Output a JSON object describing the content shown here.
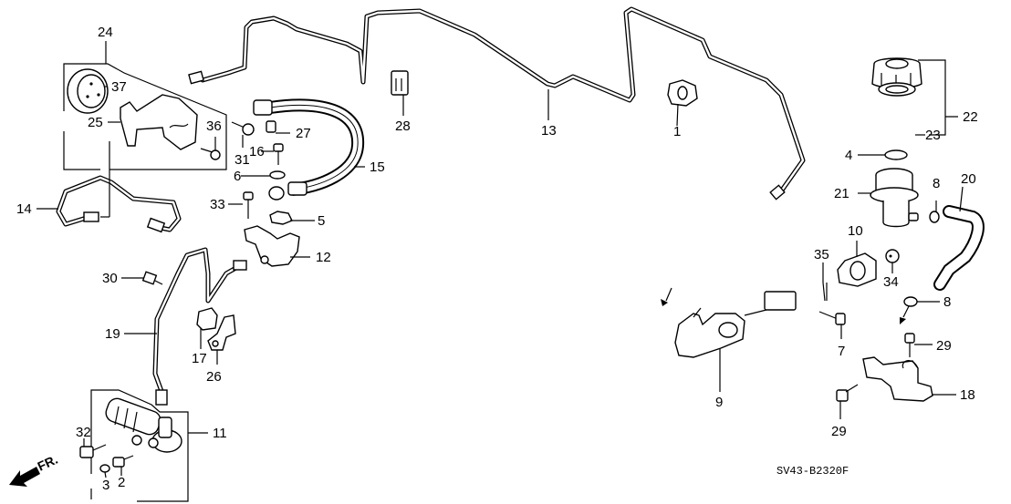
{
  "diagram": {
    "title": "Clutch Master Cylinder / Slave Cylinder / Clutch Pipes (exploded parts view)",
    "drawing_code": "SV43-B2320F",
    "direction_indicator": "FR.",
    "callouts": [
      {
        "id": "1",
        "part": "pipe-clip"
      },
      {
        "id": "2",
        "part": "bleeder-screw"
      },
      {
        "id": "3",
        "part": "bleeder-cap"
      },
      {
        "id": "4",
        "part": "reservoir-float-plate"
      },
      {
        "id": "5",
        "part": "hose-clip"
      },
      {
        "id": "6",
        "part": "washer"
      },
      {
        "id": "7",
        "part": "clevis-pin"
      },
      {
        "id": "8",
        "part": "hose-clamp"
      },
      {
        "id": "8b",
        "label": "8",
        "part": "hose-clamp"
      },
      {
        "id": "9",
        "part": "clutch-master-cylinder"
      },
      {
        "id": "10",
        "part": "master-cylinder-gasket"
      },
      {
        "id": "11",
        "part": "clutch-slave-cylinder"
      },
      {
        "id": "12",
        "part": "hose-bracket"
      },
      {
        "id": "13",
        "part": "clutch-pipe-main"
      },
      {
        "id": "14",
        "part": "clutch-pipe-short"
      },
      {
        "id": "15",
        "part": "clutch-flexible-hose"
      },
      {
        "id": "16",
        "part": "flange-bolt"
      },
      {
        "id": "17",
        "part": "pipe-clamp"
      },
      {
        "id": "18",
        "part": "reservoir-bracket"
      },
      {
        "id": "19",
        "part": "clutch-pipe-slave"
      },
      {
        "id": "20",
        "part": "reservoir-hose"
      },
      {
        "id": "21",
        "part": "reservoir-tank"
      },
      {
        "id": "22",
        "part": "reservoir-cap-assembly"
      },
      {
        "id": "23",
        "part": "cap-seal"
      },
      {
        "id": "24",
        "part": "damper-assembly"
      },
      {
        "id": "25",
        "part": "damper-bracket"
      },
      {
        "id": "26",
        "part": "pipe-stay"
      },
      {
        "id": "27",
        "part": "clip"
      },
      {
        "id": "28",
        "part": "pipe-clip"
      },
      {
        "id": "29",
        "part": "flange-bolt"
      },
      {
        "id": "29b",
        "label": "29",
        "part": "flange-bolt"
      },
      {
        "id": "30",
        "part": "bleeder-union"
      },
      {
        "id": "31",
        "part": "bolt"
      },
      {
        "id": "32",
        "part": "pushrod-bolt"
      },
      {
        "id": "33",
        "part": "union-bolt"
      },
      {
        "id": "34",
        "part": "grommet"
      },
      {
        "id": "35",
        "part": "cotter-pin"
      },
      {
        "id": "36",
        "part": "flange-bolt"
      },
      {
        "id": "37",
        "part": "clutch-damper"
      }
    ],
    "labels": {
      "l1": "1",
      "l2": "2",
      "l3": "3",
      "l4": "4",
      "l5": "5",
      "l6": "6",
      "l7": "7",
      "l8a": "8",
      "l8b": "8",
      "l9": "9",
      "l10": "10",
      "l11": "11",
      "l12": "12",
      "l13": "13",
      "l14": "14",
      "l15": "15",
      "l16": "16",
      "l17": "17",
      "l18": "18",
      "l19": "19",
      "l20": "20",
      "l21": "21",
      "l22": "22",
      "l23": "23",
      "l24": "24",
      "l25": "25",
      "l26": "26",
      "l27": "27",
      "l28": "28",
      "l29a": "29",
      "l29b": "29",
      "l30": "30",
      "l31": "31",
      "l32": "32",
      "l33": "33",
      "l34": "34",
      "l35": "35",
      "l36": "36",
      "l37": "37"
    }
  }
}
